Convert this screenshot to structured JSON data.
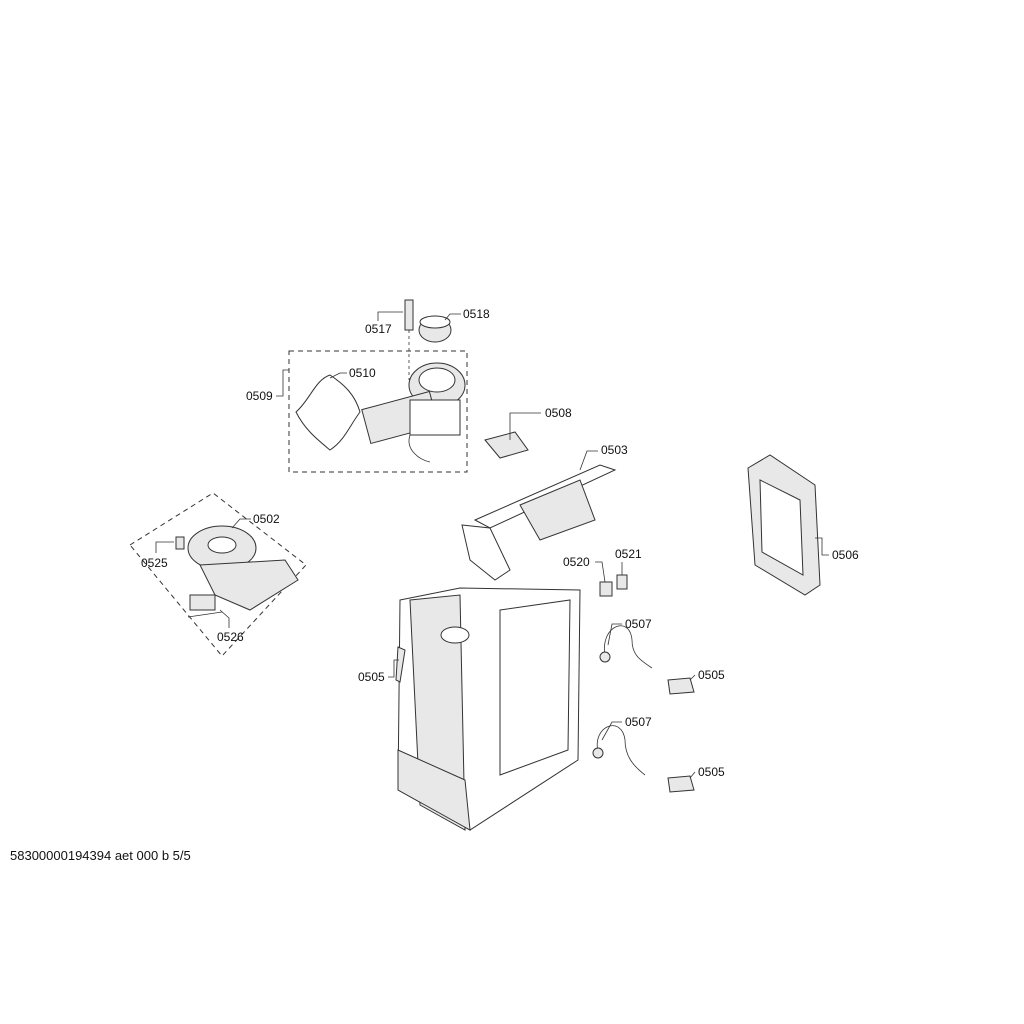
{
  "diagram": {
    "labels": {
      "p0517": "0517",
      "p0518": "0518",
      "p0509": "0509",
      "p0510": "0510",
      "p0508": "0508",
      "p0503": "0503",
      "p0502": "0502",
      "p0506": "0506",
      "p0525": "0525",
      "p0520": "0520",
      "p0521": "0521",
      "p0526": "0526",
      "p0507a": "0507",
      "p0505a": "0505",
      "p0505b": "0505",
      "p0507b": "0507",
      "p0505c": "0505"
    }
  },
  "footer": {
    "document_code": "58300000194394 aet 000 b 5/5"
  }
}
